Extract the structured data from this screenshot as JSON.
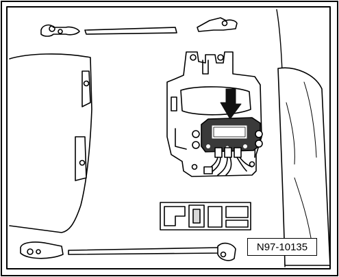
{
  "figure": {
    "reference_number": "N97-10135",
    "colors": {
      "line": "#000000",
      "fill": "#ffffff",
      "shade": "#d9d9d9",
      "arrow": "#111111"
    },
    "callout": {
      "type": "arrow",
      "points_to": "control-unit"
    }
  }
}
